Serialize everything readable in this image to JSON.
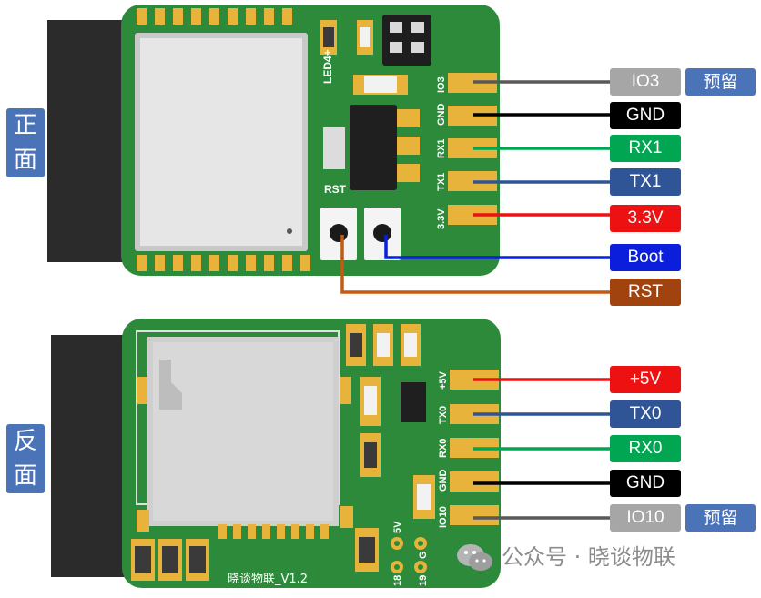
{
  "front": {
    "side_label": "正\n面",
    "side_label_chars": [
      "正",
      "面"
    ],
    "silk": {
      "led": "LED4+",
      "rst": "RST",
      "io3": "IO3",
      "gnd": "GND",
      "rx1": "RX1",
      "tx1": "TX1",
      "v33": "3.3V"
    },
    "pins": [
      {
        "label": "IO3",
        "color": "#a6a6a6",
        "wire": "#595959",
        "note": "预留"
      },
      {
        "label": "GND",
        "color": "#000000",
        "wire": "#000000"
      },
      {
        "label": "RX1",
        "color": "#00a651",
        "wire": "#00a651"
      },
      {
        "label": "TX1",
        "color": "#2f5597",
        "wire": "#2f5597"
      },
      {
        "label": "3.3V",
        "color": "#ee1111",
        "wire": "#ee1111"
      },
      {
        "label": "Boot",
        "color": "#0a1edc",
        "wire": "#0a1edc"
      },
      {
        "label": "RST",
        "color": "#a0430f",
        "wire": "#c55a11"
      }
    ]
  },
  "back": {
    "side_label_chars": [
      "反",
      "面"
    ],
    "silk": {
      "v5": "+5V",
      "tx0": "TX0",
      "rx0": "RX0",
      "gnd": "GND",
      "io10": "IO10",
      "pin5v": "5V",
      "ping": "G",
      "pin18": "18",
      "pin19": "19",
      "version": "晓谈物联_V1.2"
    },
    "pins": [
      {
        "label": "+5V",
        "color": "#ee1111",
        "wire": "#ee1111"
      },
      {
        "label": "TX0",
        "color": "#2f5597",
        "wire": "#2f5597"
      },
      {
        "label": "RX0",
        "color": "#00a651",
        "wire": "#00a651"
      },
      {
        "label": "GND",
        "color": "#000000",
        "wire": "#000000"
      },
      {
        "label": "IO10",
        "color": "#a6a6a6",
        "wire": "#595959",
        "note": "预留"
      }
    ]
  },
  "note_color": "#4a73b8",
  "watermark": "公众号 · 晓谈物联"
}
